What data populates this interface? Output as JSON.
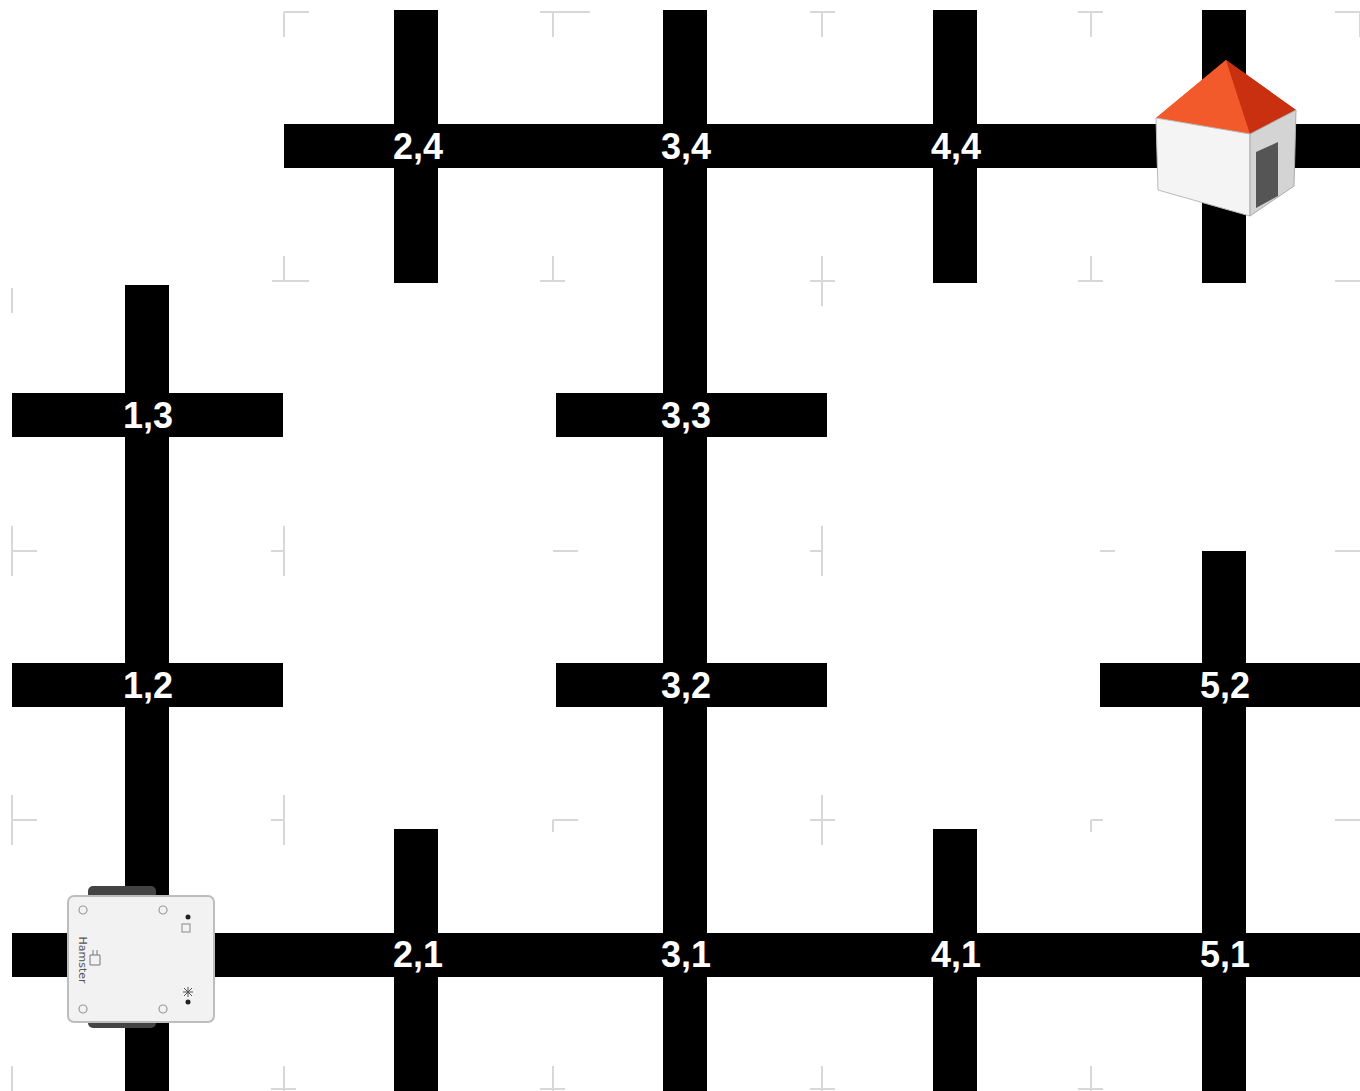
{
  "diagram": {
    "labels": [
      "2,4",
      "3,4",
      "4,4",
      "1,3",
      "3,3",
      "1,2",
      "3,2",
      "5,2",
      "Hamster",
      "2,1",
      "3,1",
      "4,1",
      "5,1"
    ]
  }
}
